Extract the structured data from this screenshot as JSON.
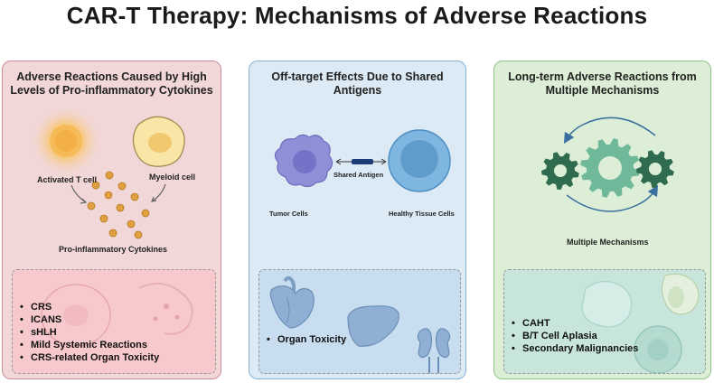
{
  "title": "CAR-T Therapy: Mechanisms of Adverse Reactions",
  "panels": [
    {
      "title_line1": "Adverse Reactions Caused by High",
      "title_line2": "Levels of Pro-inflammatory Cytokines",
      "labels": {
        "tcell": "Activated T cell",
        "myeloid": "Myeloid cell",
        "cytokines": "Pro-inflammatory Cytokines"
      },
      "items": [
        "CRS",
        "ICANS",
        "sHLH",
        "Mild Systemic Reactions",
        "CRS-related Organ Toxicity"
      ]
    },
    {
      "title_line1": "Off-target Effects Due to Shared",
      "title_line2": "Antigens",
      "labels": {
        "tumor": "Tumor Cells",
        "antigen": "Shared Antigen",
        "healthy": "Healthy Tissue Cells"
      },
      "items": [
        "Organ Toxicity"
      ]
    },
    {
      "title_line1": "Long-term Adverse Reactions from",
      "title_line2": "Multiple Mechanisms",
      "labels": {
        "mechanisms": "Multiple Mechanisms"
      },
      "items": [
        "CAHT",
        "B/T Cell Aplasia",
        "Secondary Malignancies"
      ]
    }
  ],
  "colors": {
    "panel1_bg": "#f2d7d8",
    "panel2_bg": "#dbeaf5",
    "panel3_bg": "#dcefd6",
    "cytokine": "#e0a040",
    "tumor": "#8f8fd8",
    "healthy": "#7fb6e0",
    "gear": "#2f6b4f"
  },
  "icons": [
    "activated-t-cell-icon",
    "myeloid-cell-icon",
    "cytokine-dots",
    "tumor-cell-icon",
    "antibody-bar-icon",
    "healthy-cell-icon",
    "heart-icon",
    "liver-icon",
    "kidney-icon",
    "gears-icon",
    "cycle-arrows-icon"
  ]
}
